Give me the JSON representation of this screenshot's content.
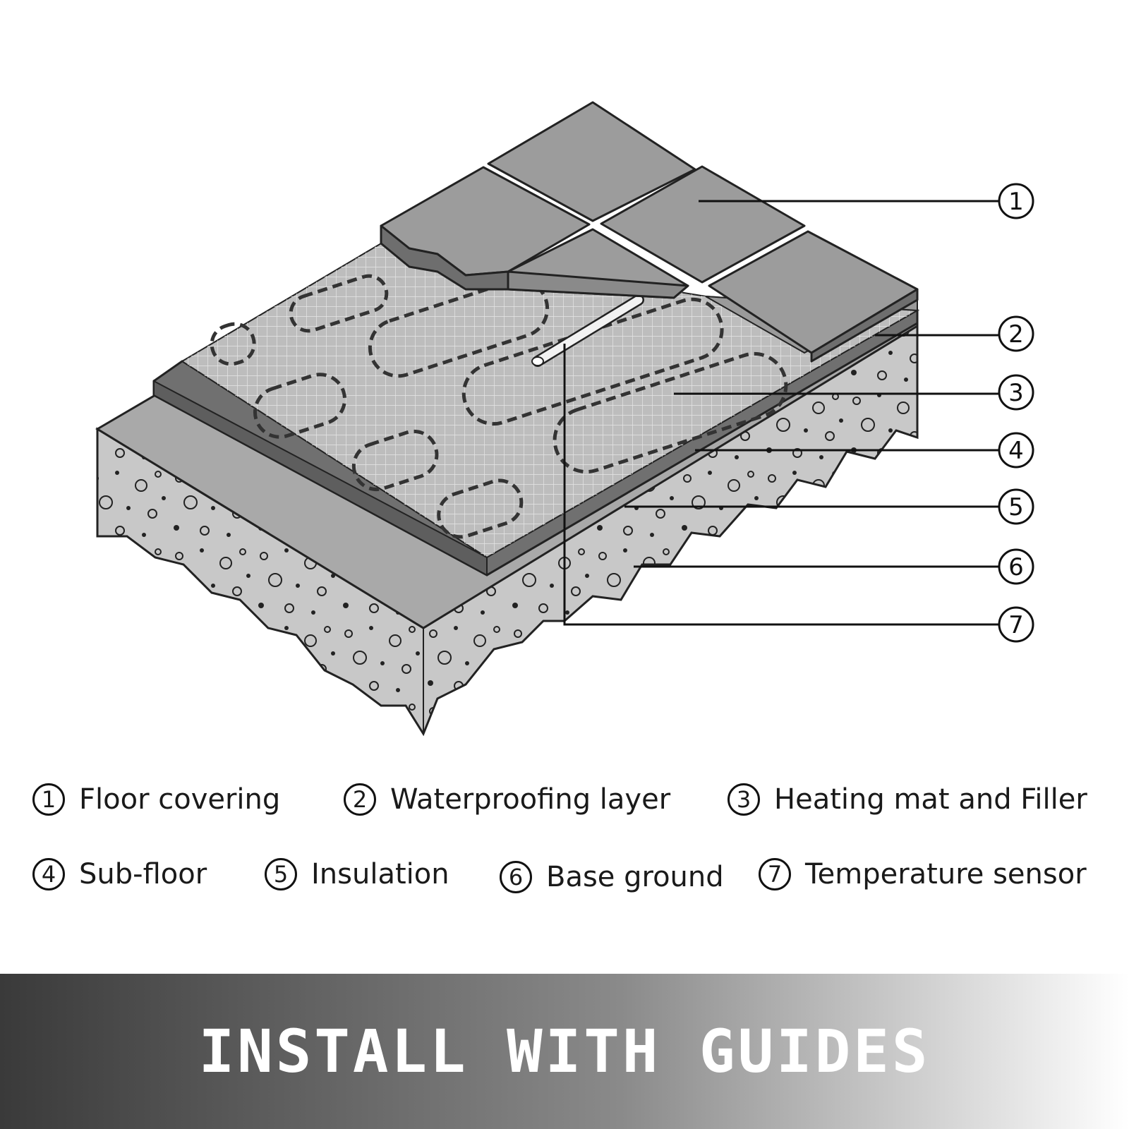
{
  "diagram": {
    "callouts": [
      {
        "num": "1",
        "label": "Floor covering"
      },
      {
        "num": "2",
        "label": "Waterproofing layer"
      },
      {
        "num": "3",
        "label": "Heating mat and Filler"
      },
      {
        "num": "4",
        "label": "Sub-floor"
      },
      {
        "num": "5",
        "label": "Insulation"
      },
      {
        "num": "6",
        "label": "Base ground"
      },
      {
        "num": "7",
        "label": "Temperature sensor"
      }
    ]
  },
  "banner": {
    "text": "INSTALL WITH GUIDES",
    "gradient": [
      "#3a3a3a",
      "#8a8a8a",
      "#ffffff"
    ]
  },
  "colors": {
    "tile": "#9c9c9c",
    "tile_dark": "#6e6e6e",
    "mat": "#bdbdbd",
    "subfloor_dark": "#707070",
    "concrete": "#c8c8c8",
    "outline": "#222222"
  }
}
